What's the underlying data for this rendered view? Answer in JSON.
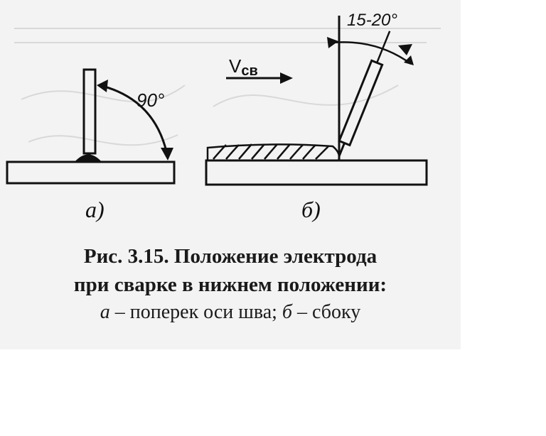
{
  "figure": {
    "label_a": "а)",
    "label_b": "б)",
    "angle_a": "90°",
    "angle_b": "15-20°",
    "speed_label": "V",
    "speed_subscript": "св"
  },
  "caption": {
    "title_line1": "Рис. 3.15. Положение электрода",
    "title_line2": "при сварке в нижнем положении:",
    "desc_a": "а",
    "desc_a_text": " – поперек оси шва; ",
    "desc_b": "б",
    "desc_b_text": " – сбоку"
  },
  "colors": {
    "ink": "#111111",
    "paper": "#f3f3f3",
    "page": "#ffffff"
  }
}
